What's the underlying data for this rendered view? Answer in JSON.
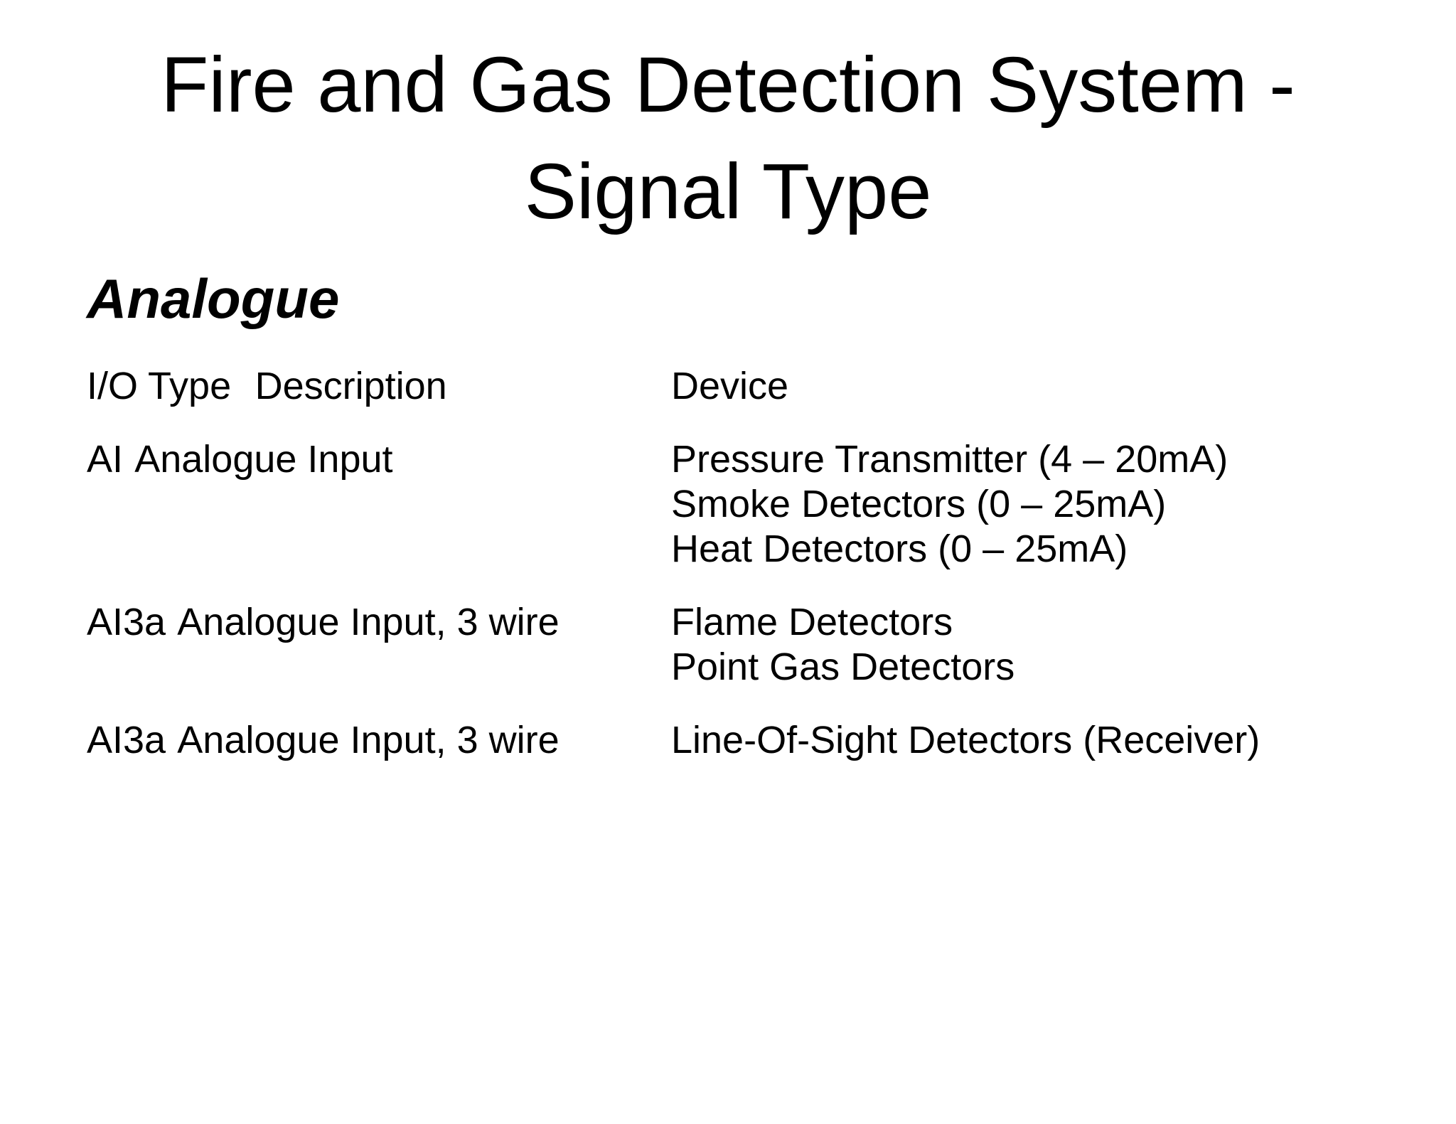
{
  "slide": {
    "title_lines": {
      "line1": "Fire and Gas Detection System -",
      "line2": "Signal Type"
    },
    "section_heading": "Analogue",
    "table": {
      "header": {
        "io_type": "I/O Type",
        "description": "Description",
        "device": "Device"
      },
      "rows": [
        {
          "io_type": "AI",
          "description": "Analogue Input",
          "devices": [
            "Pressure Transmitter (4 – 20mA)",
            "Smoke Detectors (0 – 25mA)",
            "Heat Detectors (0 – 25mA)"
          ]
        },
        {
          "io_type": "AI3a",
          "description": "Analogue Input, 3 wire",
          "devices": [
            "Flame Detectors",
            "Point Gas Detectors"
          ]
        },
        {
          "io_type": "AI3a",
          "description": "Analogue Input, 3 wire",
          "devices": [
            "Line-Of-Sight Detectors (Receiver)"
          ]
        }
      ]
    },
    "colors": {
      "background": "#ffffff",
      "text": "#000000"
    }
  }
}
